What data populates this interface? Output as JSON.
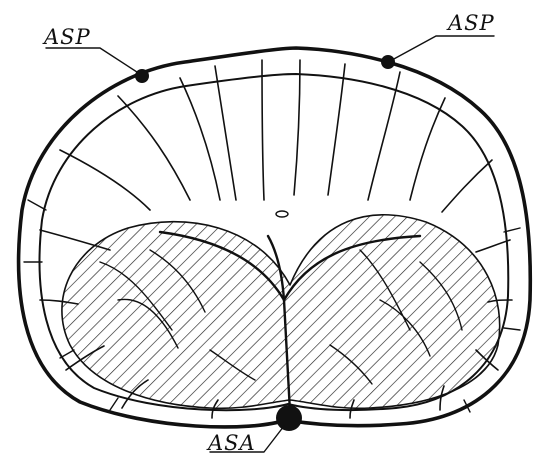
{
  "labels": {
    "top_left": "ASP",
    "top_right": "ASP",
    "bottom": "ASA"
  },
  "colors": {
    "ink": "#111111",
    "background": "#ffffff"
  }
}
